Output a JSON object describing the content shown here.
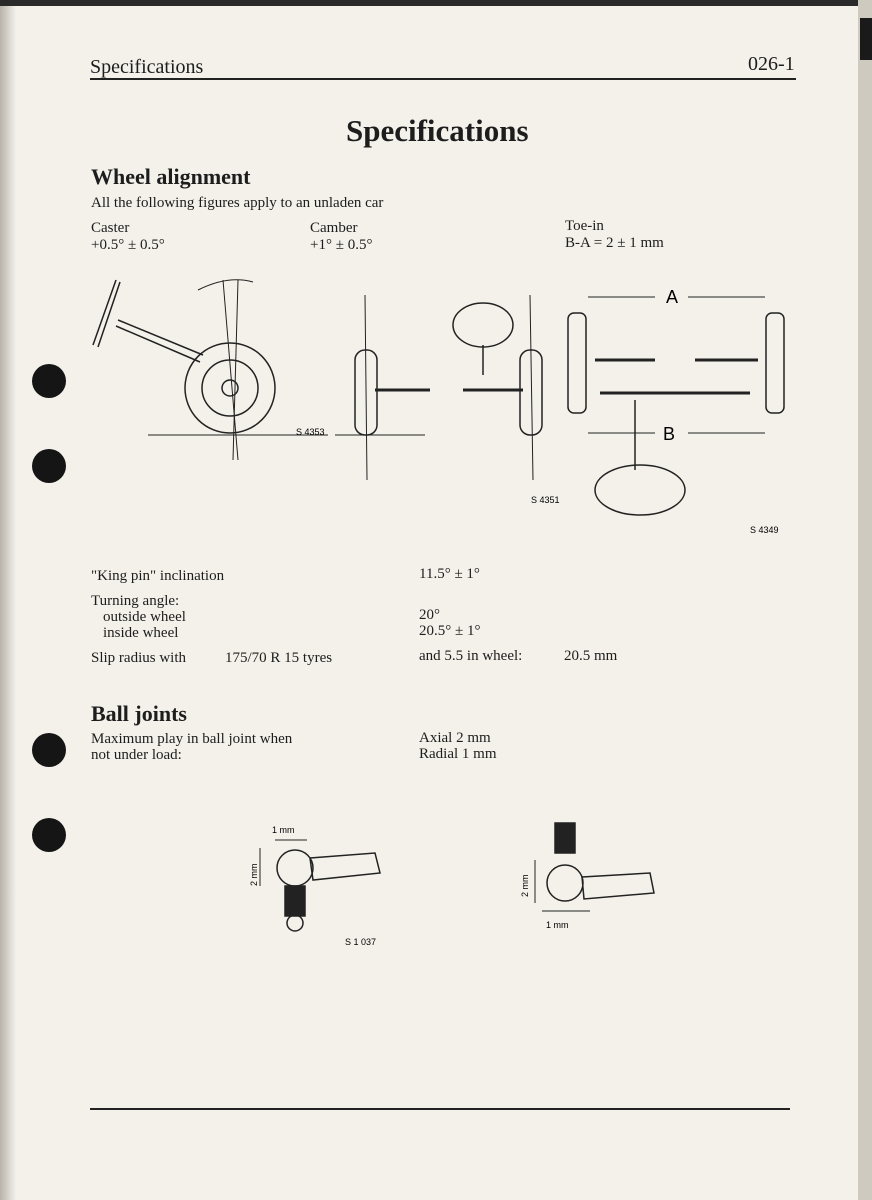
{
  "header": {
    "section": "Specifications",
    "page_number": "026-1"
  },
  "title": "Specifications",
  "wheel_alignment": {
    "heading": "Wheel alignment",
    "intro": "All the following figures apply to an unladen car",
    "caster": {
      "label": "Caster",
      "value": "+0.5° ± 0.5°"
    },
    "camber": {
      "label": "Camber",
      "value": "+1° ± 0.5°"
    },
    "toe_in": {
      "label": "Toe-in",
      "value": "B-A = 2 ± 1 mm"
    },
    "figures": {
      "caster_ref": "S 4353",
      "camber_ref": "S 4351",
      "toe_ref": "S 4349",
      "dim_a": "A",
      "dim_b": "B"
    },
    "king_pin": {
      "label": "\"King pin\" inclination",
      "value": "11.5° ± 1°"
    },
    "turning": {
      "label": "Turning angle:",
      "outside_label": "outside wheel",
      "outside_value": "20°",
      "inside_label": "inside wheel",
      "inside_value": "20.5° ± 1°"
    },
    "slip": {
      "label": "Slip radius with",
      "tyres": "175/70 R 15 tyres",
      "wheel": "and 5.5 in wheel:",
      "value": "20.5 mm"
    }
  },
  "ball_joints": {
    "heading": "Ball joints",
    "line1": "Maximum play in ball joint when",
    "line2": "not under load:",
    "axial": "Axial 2 mm",
    "radial": "Radial 1 mm",
    "figures": {
      "dim_1mm": "1 mm",
      "dim_2mm": "2 mm",
      "ref": "S 1 037"
    }
  }
}
